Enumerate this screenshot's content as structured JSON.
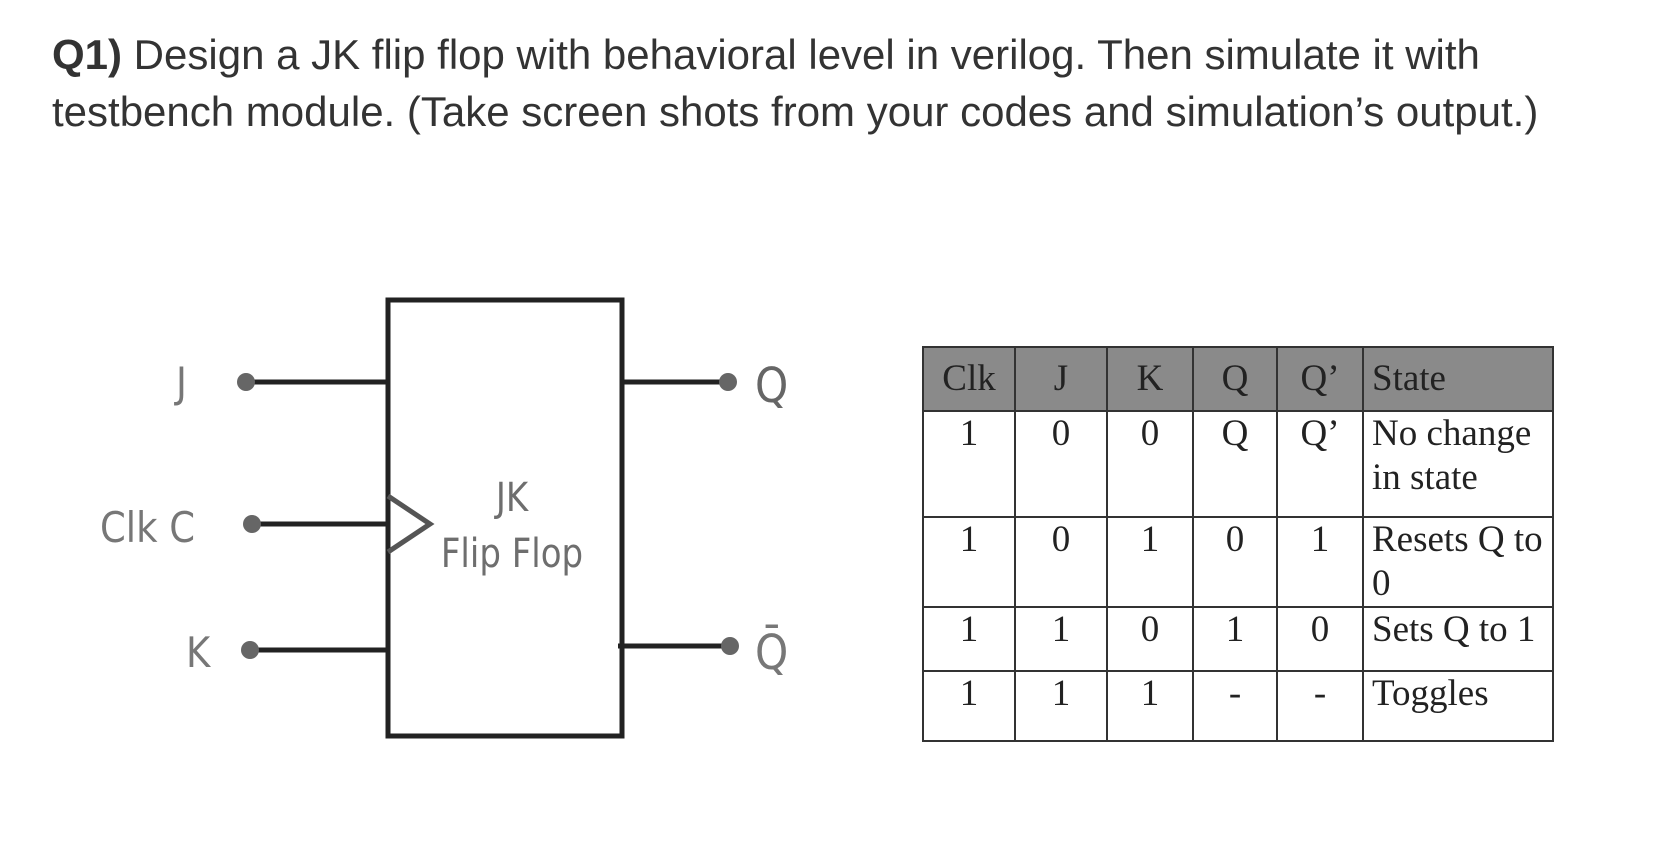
{
  "question": {
    "number": "Q1)",
    "text": " Design a JK flip flop with behavioral level in verilog. Then simulate it with testbench module. (Take screen shots from your codes and simulation’s output.)"
  },
  "diagram": {
    "input_j": "J",
    "input_clk": "Clk C",
    "input_k": "K",
    "output_q": "Q",
    "output_qbar": "Q̄",
    "box_line1": "JK",
    "box_line2": "Flip Flop"
  },
  "table": {
    "headers": [
      "Clk",
      "J",
      "K",
      "Q",
      "Q’",
      "State"
    ],
    "rows": [
      [
        "1",
        "0",
        "0",
        "Q",
        "Q’",
        "No change in state"
      ],
      [
        "1",
        "0",
        "1",
        "0",
        "1",
        "Resets Q to 0"
      ],
      [
        "1",
        "1",
        "0",
        "1",
        "0",
        "Sets Q to 1"
      ],
      [
        "1",
        "1",
        "1",
        "-",
        "-",
        "Toggles"
      ]
    ]
  }
}
